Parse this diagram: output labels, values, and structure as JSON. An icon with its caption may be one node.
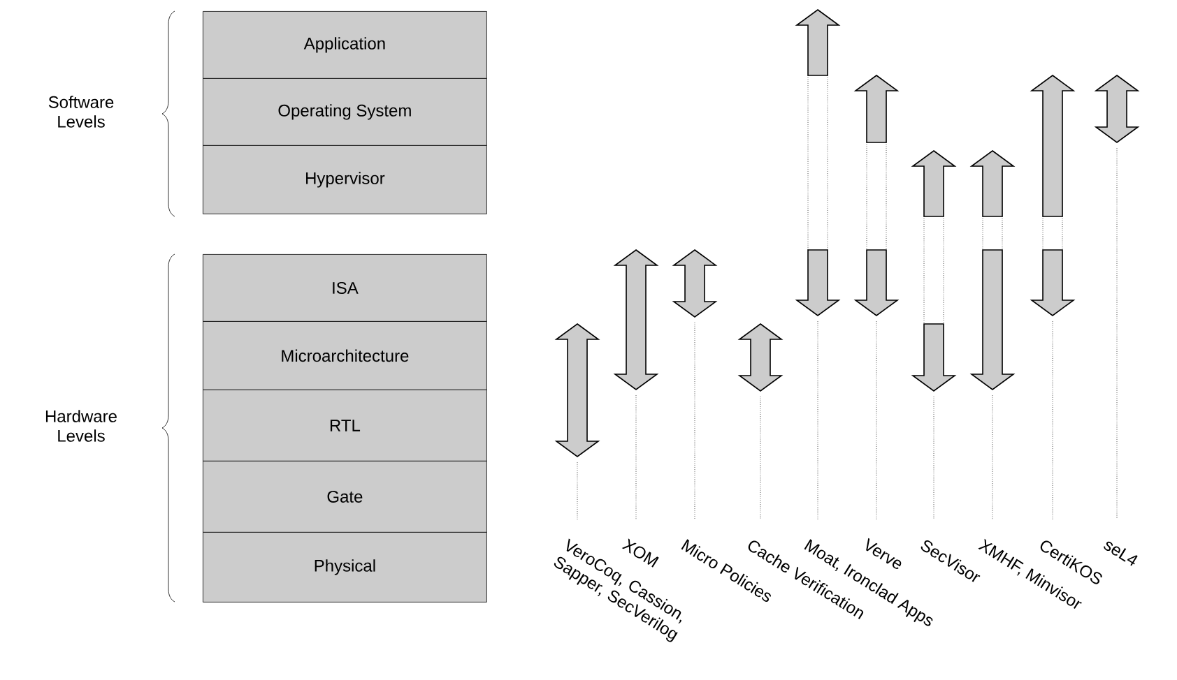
{
  "diagram": {
    "nodes": [
      {
        "text": [
          "Application"
        ]
      },
      {
        "text": [
          "Operating System"
        ]
      },
      {
        "text": [
          "Hypervisor"
        ]
      },
      {
        "text": [
          "ISA"
        ]
      },
      {
        "text": [
          "Microarchitecture"
        ]
      },
      {
        "text": [
          "RTL"
        ]
      },
      {
        "text": [
          "Gate"
        ]
      },
      {
        "text": [
          "Physical"
        ]
      }
    ],
    "labels": [
      "Software Levels",
      "Hardware Levels",
      "VeroCoq, Cassion, Sapper, SecVerilog",
      "XOM",
      "Micro Policies",
      "Cache Verification",
      "Moat, Ironclad Apps",
      "Verve",
      "SecVisor",
      "XMHF, Minvisor",
      "CertiKOS",
      "seL4"
    ]
  }
}
